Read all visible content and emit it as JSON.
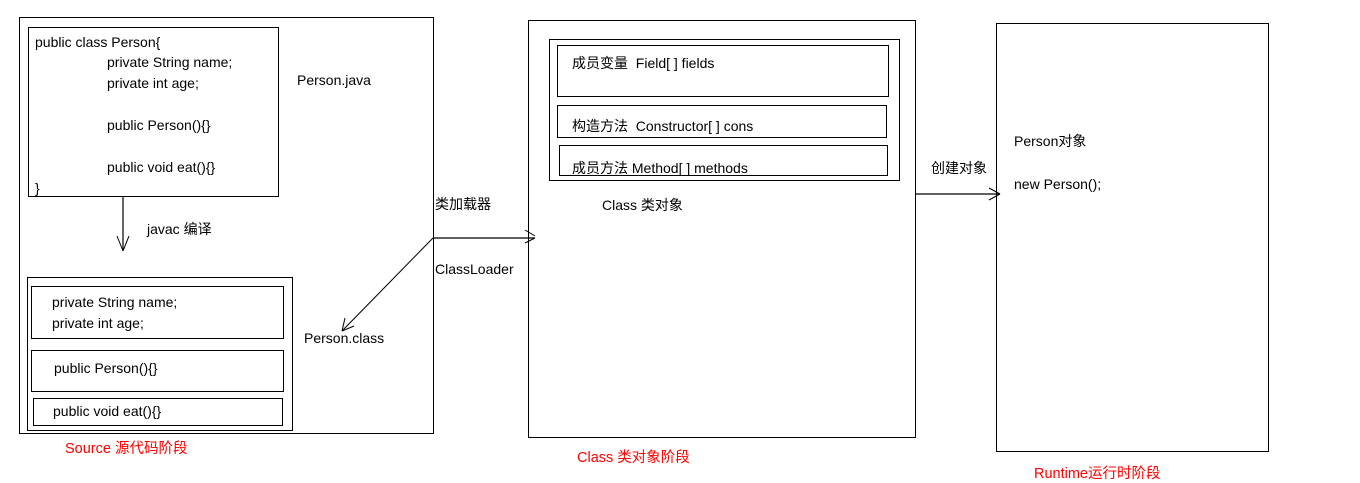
{
  "source_stage": {
    "caption": "Source 源代码阶段",
    "file_label": "Person.java",
    "source_code": {
      "line1": "public class Person{",
      "line2": "private String name;",
      "line3": "private int age;",
      "line4": "public Person(){}",
      "line5": "public void eat(){}",
      "line6": "}"
    },
    "compile_label": "javac 编译",
    "class_file_label": "Person.class",
    "bytecode": {
      "fields_line1": "private String name;",
      "fields_line2": "private int age;",
      "constructor": "public Person(){}",
      "method": "public void eat(){}"
    }
  },
  "class_loader": {
    "label_cn": "类加载器",
    "label_en": "ClassLoader"
  },
  "class_stage": {
    "caption": "Class 类对象阶段",
    "object_label": "Class 类对象",
    "members": {
      "fields": "成员变量  Field[ ] fields",
      "constructors": "构造方法  Constructor[ ] cons",
      "methods": "成员方法 Method[ ] methods"
    }
  },
  "create_object": {
    "label": "创建对象"
  },
  "runtime_stage": {
    "caption": "Runtime运行时阶段",
    "object_label": "Person对象",
    "new_expr": "new Person();"
  },
  "colors": {
    "stroke": "#000000",
    "caption": "#ff0000",
    "background": "#ffffff"
  }
}
